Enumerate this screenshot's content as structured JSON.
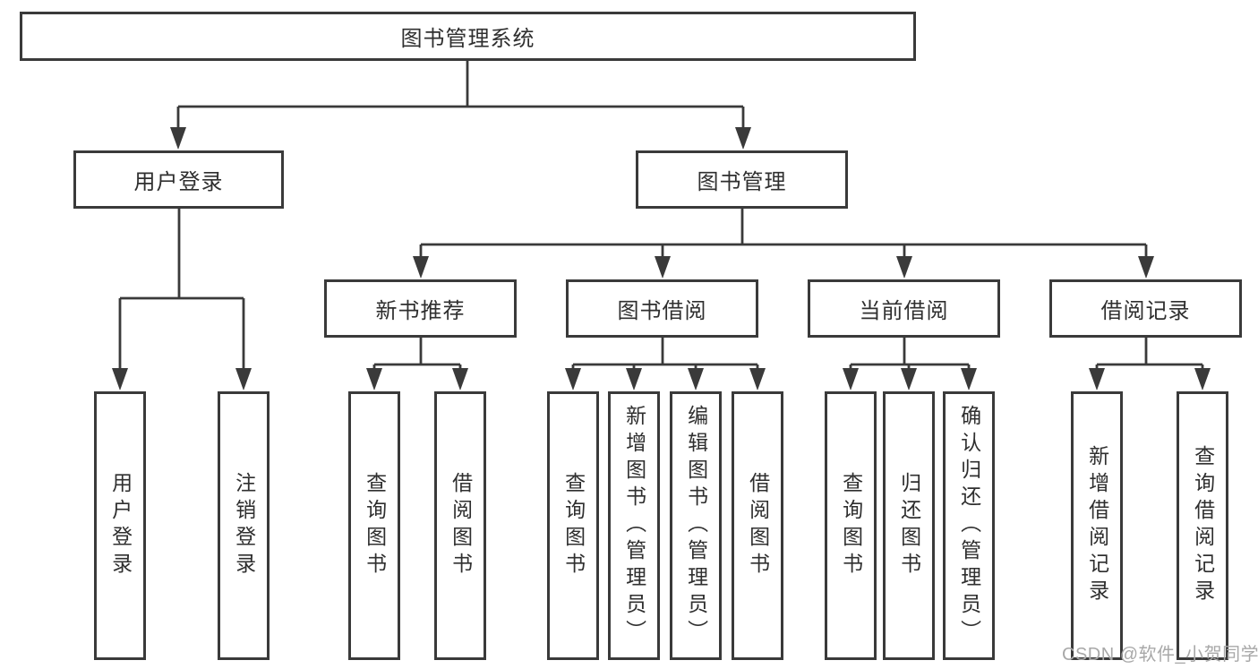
{
  "tree": {
    "root": {
      "label": "图书管理系统"
    },
    "branches": [
      {
        "label": "用户登录",
        "children": [
          {
            "label": "用户登录"
          },
          {
            "label": "注销登录"
          }
        ]
      },
      {
        "label": "图书管理",
        "children": [
          {
            "label": "新书推荐",
            "children": [
              {
                "label": "查询图书"
              },
              {
                "label": "借阅图书"
              }
            ]
          },
          {
            "label": "图书借阅",
            "children": [
              {
                "label": "查询图书"
              },
              {
                "label": "新增图书（管理员）"
              },
              {
                "label": "编辑图书（管理员）"
              },
              {
                "label": "借阅图书"
              }
            ]
          },
          {
            "label": "当前借阅",
            "children": [
              {
                "label": "查询图书"
              },
              {
                "label": "归还图书"
              },
              {
                "label": "确认归还（管理员）"
              }
            ]
          },
          {
            "label": "借阅记录",
            "children": [
              {
                "label": "新增借阅记录"
              },
              {
                "label": "查询借阅记录"
              }
            ]
          }
        ]
      }
    ]
  },
  "watermark": {
    "text": "CSDN @软件_小贺同学"
  },
  "colors": {
    "line": "#3a3a3a",
    "box_border": "#3a3a3a",
    "text": "#2f2f2f",
    "watermark": "#a8a8a8",
    "background": "#ffffff"
  }
}
